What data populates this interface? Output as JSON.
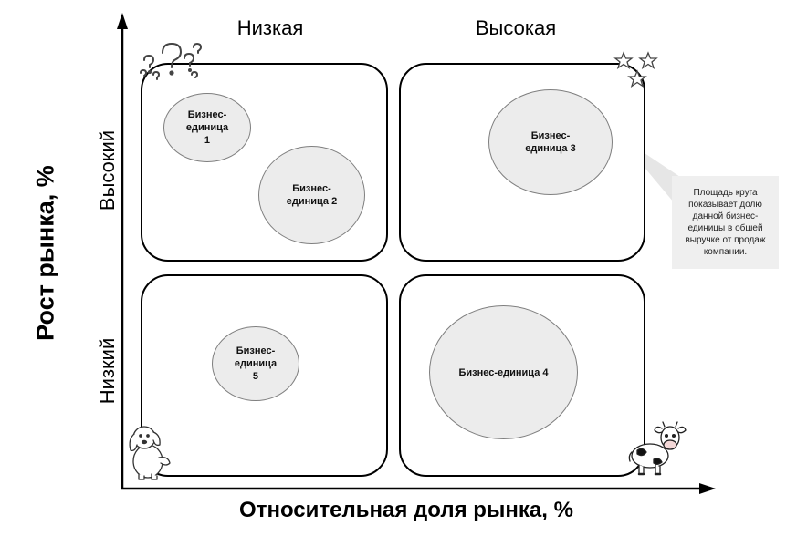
{
  "axes": {
    "y_title": "Рост рынка, %",
    "x_title": "Относительная доля рынка, %"
  },
  "columns": [
    "Низкая",
    "Высокая"
  ],
  "rows": [
    "Высокий",
    "Низкий"
  ],
  "units": [
    {
      "label": "Бизнес-\nединица\n1"
    },
    {
      "label": "Бизнес-\nединица  2"
    },
    {
      "label": "Бизнес-\nединица  3"
    },
    {
      "label": "Бизнес-единица  4"
    },
    {
      "label": "Бизнес-\nединица\n5"
    }
  ],
  "callout": "Площадь круга\nпоказывает долю\nданной бизнес-\nединицы  в обшей\nвыручке от продаж\nкомпании.",
  "icons": {
    "top_left": "question-marks-icon",
    "top_right": "stars-icon",
    "bottom_left": "dog-icon",
    "bottom_right": "cow-icon"
  },
  "colors": {
    "bubble_fill": "#ececec",
    "bubble_stroke": "#7f7f7f",
    "callout_fill": "#efefef"
  }
}
